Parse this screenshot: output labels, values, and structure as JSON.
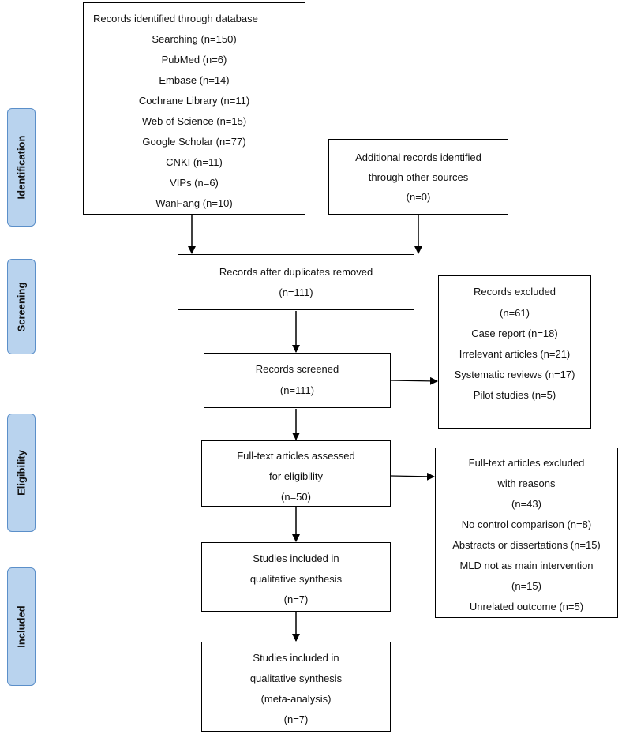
{
  "stages": {
    "identification": "Identification",
    "screening": "Screening",
    "eligibility": "Eligibility",
    "included": "Included"
  },
  "boxes": {
    "database": [
      "Records identified through database",
      "Searching (n=150)",
      "PubMed (n=6)",
      "Embase (n=14)",
      "Cochrane Library (n=11)",
      "Web of Science (n=15)",
      "Google Scholar (n=77)",
      "CNKI (n=11)",
      "VIPs (n=6)",
      "WanFang (n=10)"
    ],
    "additional": [
      "Additional records identified",
      "through other sources",
      "(n=0)"
    ],
    "after_duplicates": [
      "Records after duplicates removed",
      "(n=111)"
    ],
    "screened": [
      "Records screened",
      "(n=111)"
    ],
    "excluded": [
      "Records excluded",
      "(n=61)",
      "Case report (n=18)",
      "Irrelevant articles (n=21)",
      "Systematic reviews (n=17)",
      "Pilot studies (n=5)"
    ],
    "fulltext": [
      "Full-text articles assessed",
      "for eligibility",
      "(n=50)"
    ],
    "fulltext_excluded": [
      "Full-text articles excluded",
      "with reasons",
      "(n=43)",
      "No control comparison (n=8)",
      "Abstracts or dissertations (n=15)",
      "MLD not as main intervention",
      "(n=15)",
      "Unrelated outcome (n=5)"
    ],
    "qualitative": [
      "Studies included in",
      "qualitative synthesis",
      "(n=7)"
    ],
    "meta": [
      "Studies included in",
      "qualitative synthesis",
      "(meta-analysis)",
      "(n=7)"
    ]
  }
}
